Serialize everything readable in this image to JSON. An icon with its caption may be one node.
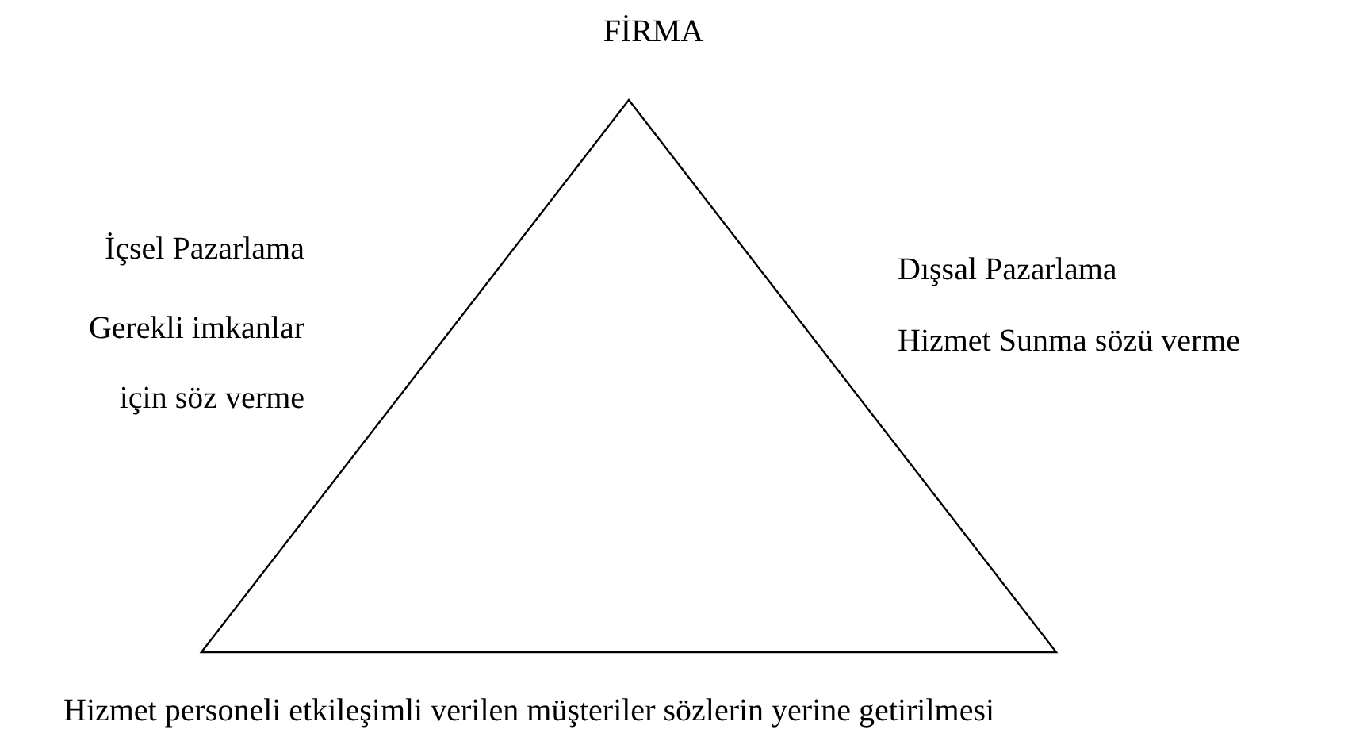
{
  "diagram": {
    "nodes": [
      {
        "text": [],
        "shape": "triangle"
      }
    ],
    "labels": [
      "FİRMA",
      "İçsel Pazarlama",
      "Gerekli imkanlar için söz verme",
      "Dışsal Pazarlama",
      "Hizmet Sunma sözü verme",
      "Hizmet personeli etkileşimli verilen müşteriler sözlerin yerine getirilmesi"
    ]
  }
}
